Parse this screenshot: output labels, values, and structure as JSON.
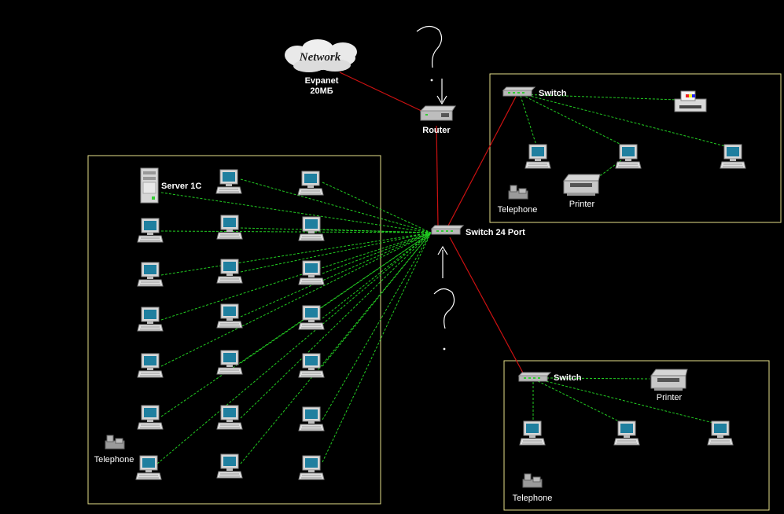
{
  "colors": {
    "background": "#000000",
    "zone_border": "#e6e08a",
    "red_link": "#cc1111",
    "green_link": "#22cc22"
  },
  "cloud": {
    "label": "Network",
    "caption_line1": "Evpanet",
    "caption_line2": "20МБ"
  },
  "router": {
    "label": "Router"
  },
  "core_switch": {
    "label": "Switch 24 Port"
  },
  "left_zone": {
    "server_label": "Server 1C",
    "telephone_label": "Telephone"
  },
  "top_right_zone": {
    "switch_label": "Switch",
    "printer_label": "Printer",
    "telephone_label": "Telephone"
  },
  "bottom_right_zone": {
    "switch_label": "Switch",
    "printer_label": "Printer",
    "telephone_label": "Telephone"
  },
  "annotations": {
    "question_mark": "?"
  }
}
